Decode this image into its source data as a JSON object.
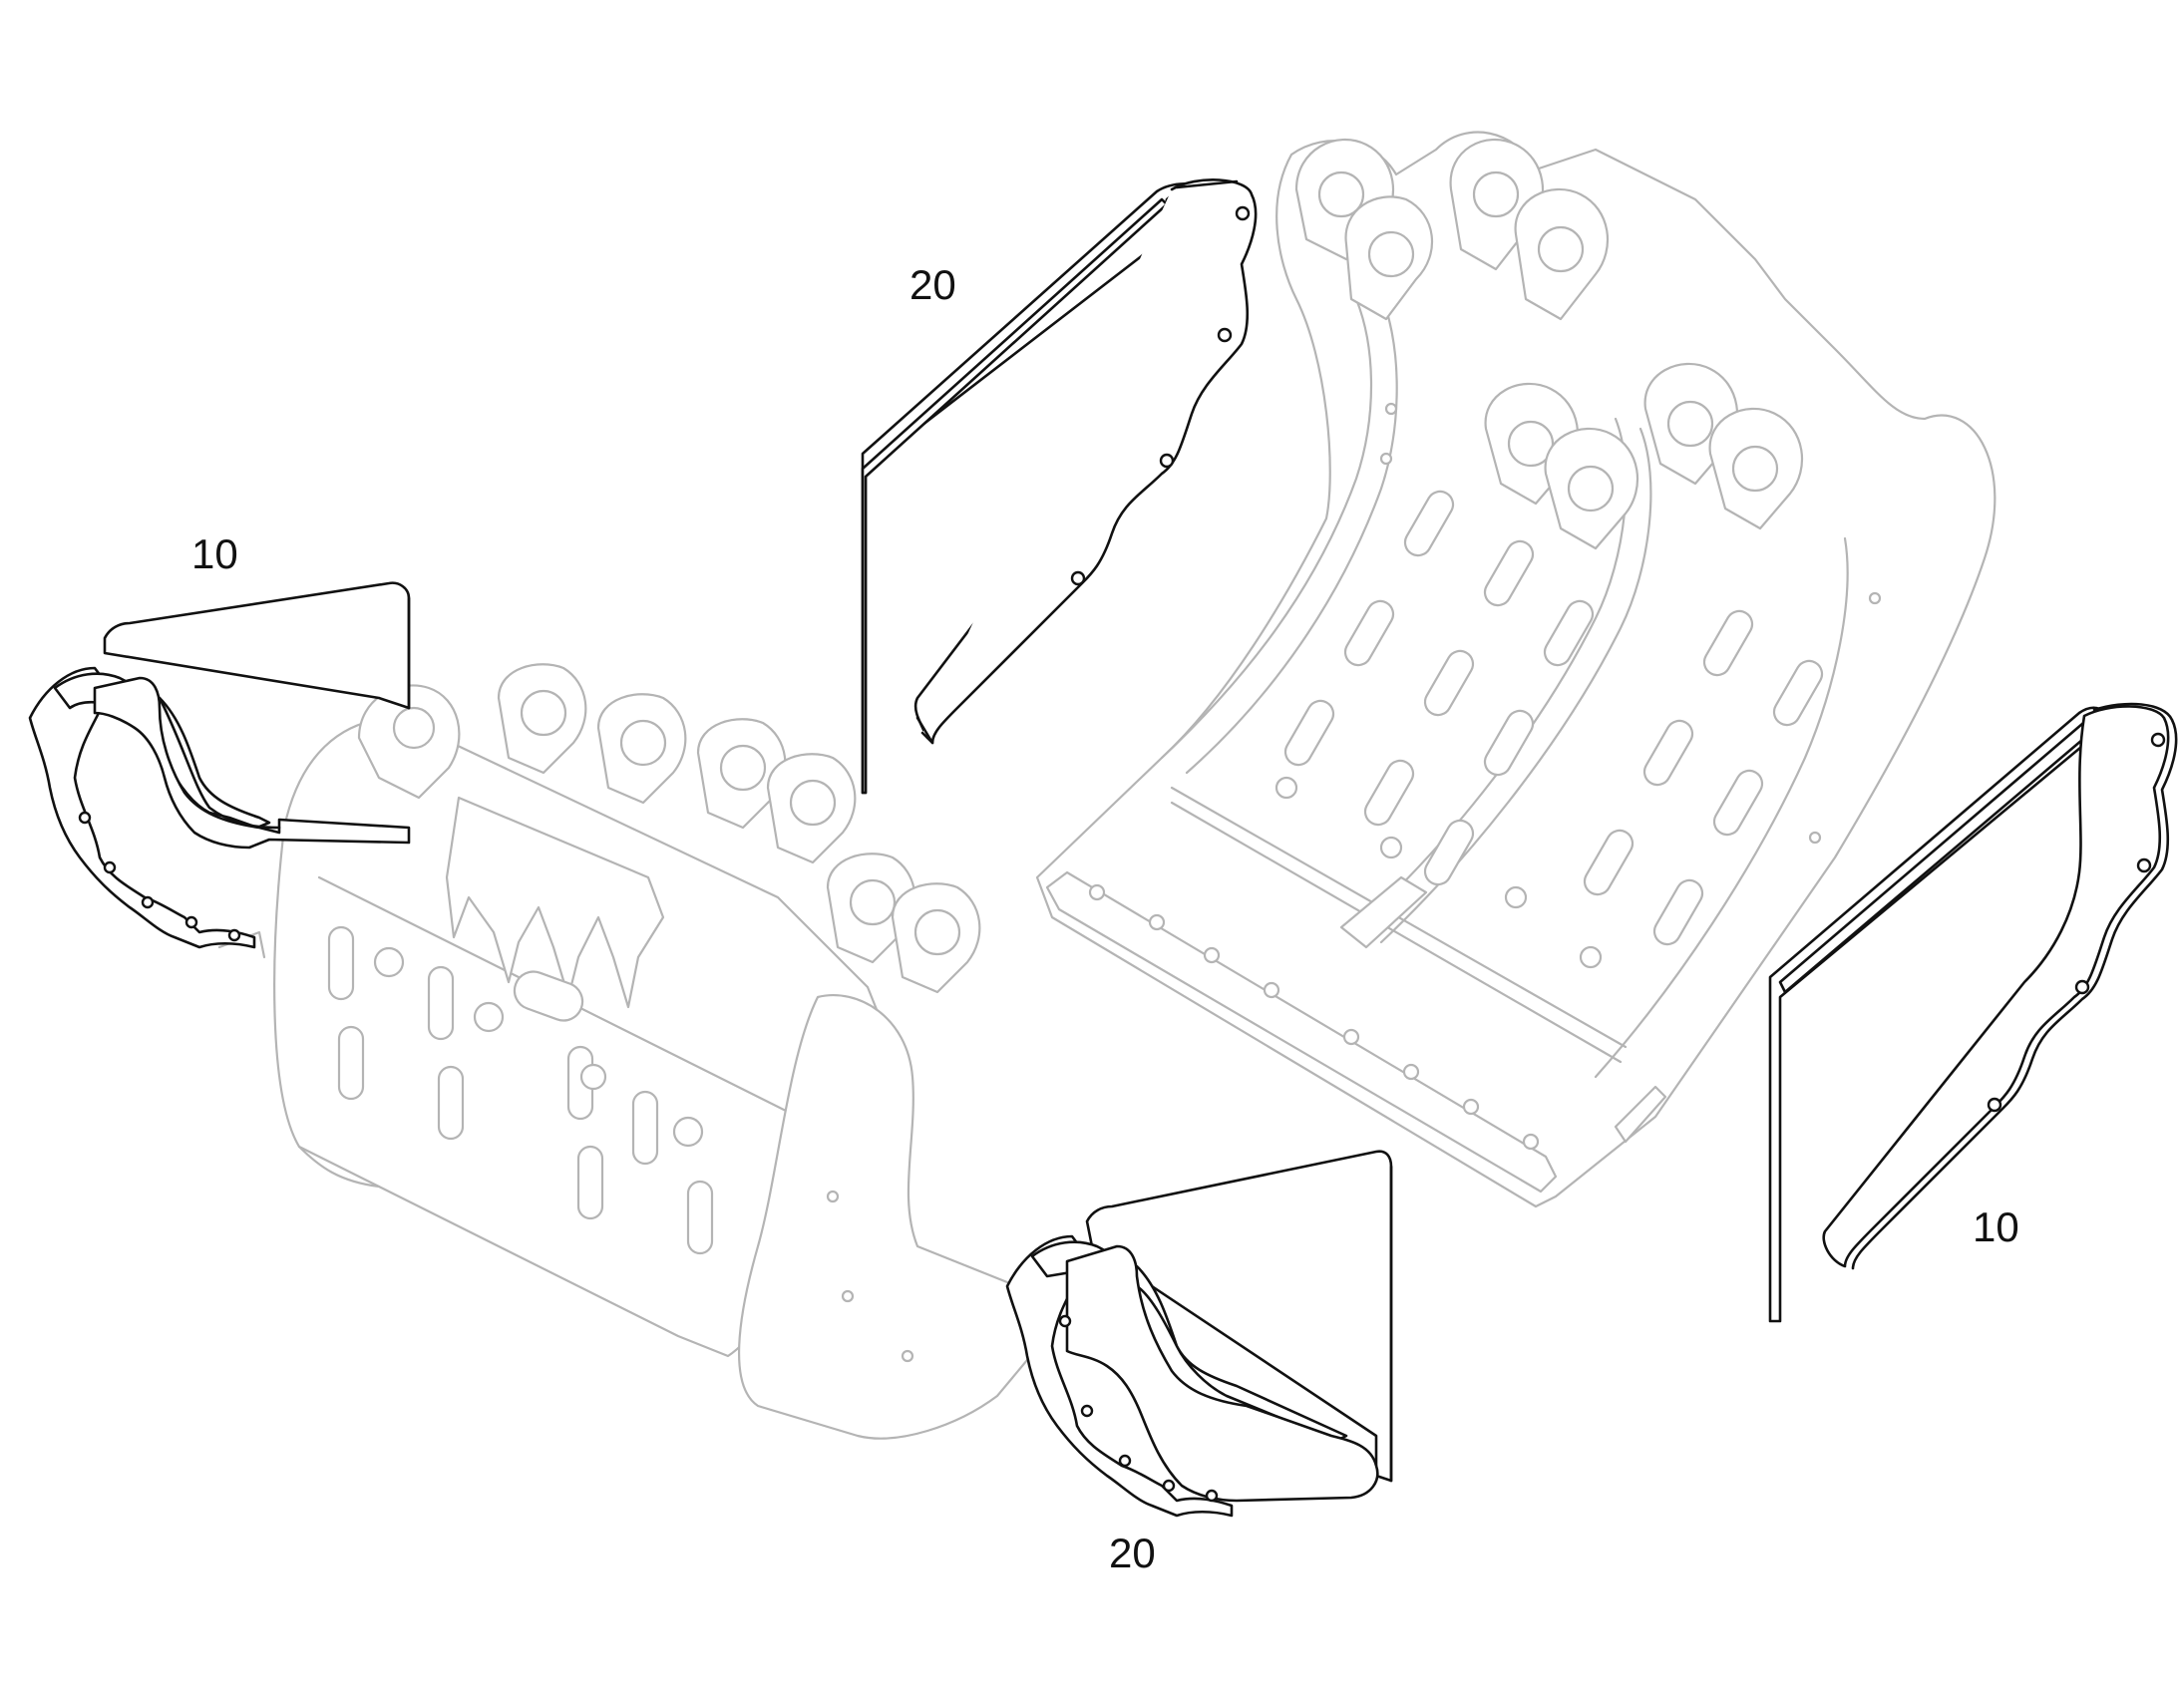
{
  "diagram": {
    "callouts": {
      "label_top_left_plate": "20",
      "label_left_plate": "10",
      "label_right_plate": "10",
      "label_bottom_plate": "20"
    }
  }
}
